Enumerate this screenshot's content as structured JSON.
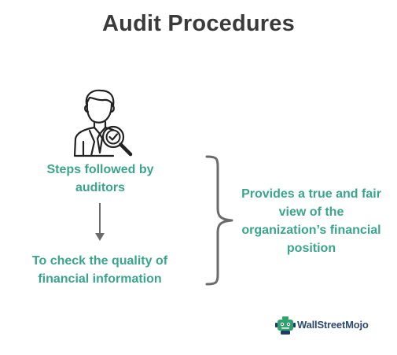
{
  "title": "Audit Procedures",
  "left_column": {
    "top_text": "Steps followed by auditors",
    "bottom_text": "To check the quality of financial information"
  },
  "right_text": "Provides a true and fair view of the organization’s financial position",
  "logo": {
    "brand": "WallStreetMojo"
  },
  "colors": {
    "accent": "#3aa58c",
    "title": "#3a3a3a",
    "lines": "#6b6b6b",
    "logo_text": "#2e4a72"
  },
  "icons": {
    "auditor": "auditor-with-magnifier-icon",
    "arrow": "down-arrow-icon",
    "brace": "right-curly-brace",
    "logo": "wallstreetmojo-logo-icon"
  }
}
